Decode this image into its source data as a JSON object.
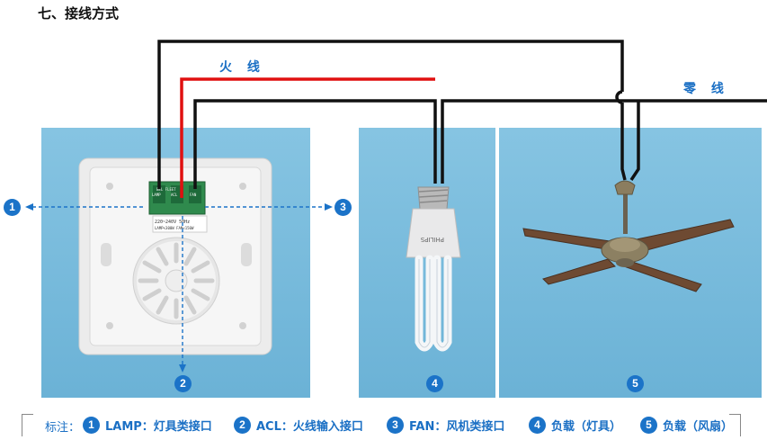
{
  "section_title": "七、接线方式",
  "wires": {
    "live_label": "火 线",
    "neutral_label": "零 线",
    "colors": {
      "live": "#e01010",
      "neutral": "#111111"
    }
  },
  "device": {
    "terminal_labels": [
      "LAMP",
      "ACL",
      "FAN"
    ],
    "brand_text": "BEL FLEET",
    "rating_line1": "220~240V  50Hz",
    "rating_line2": "LAMP<300W  FAN<150W"
  },
  "bulb_brand": "PHILIPS",
  "markers": [
    "1",
    "2",
    "3",
    "4",
    "5"
  ],
  "legend": {
    "prefix": "标注：",
    "items": [
      {
        "num": "1",
        "text": "LAMP：灯具类接口"
      },
      {
        "num": "2",
        "text": "ACL：火线输入接口"
      },
      {
        "num": "3",
        "text": "FAN：风机类接口"
      },
      {
        "num": "4",
        "text": "负载（灯具）"
      },
      {
        "num": "5",
        "text": "负载（风扇）"
      }
    ]
  },
  "accent_color": "#1b73c8"
}
